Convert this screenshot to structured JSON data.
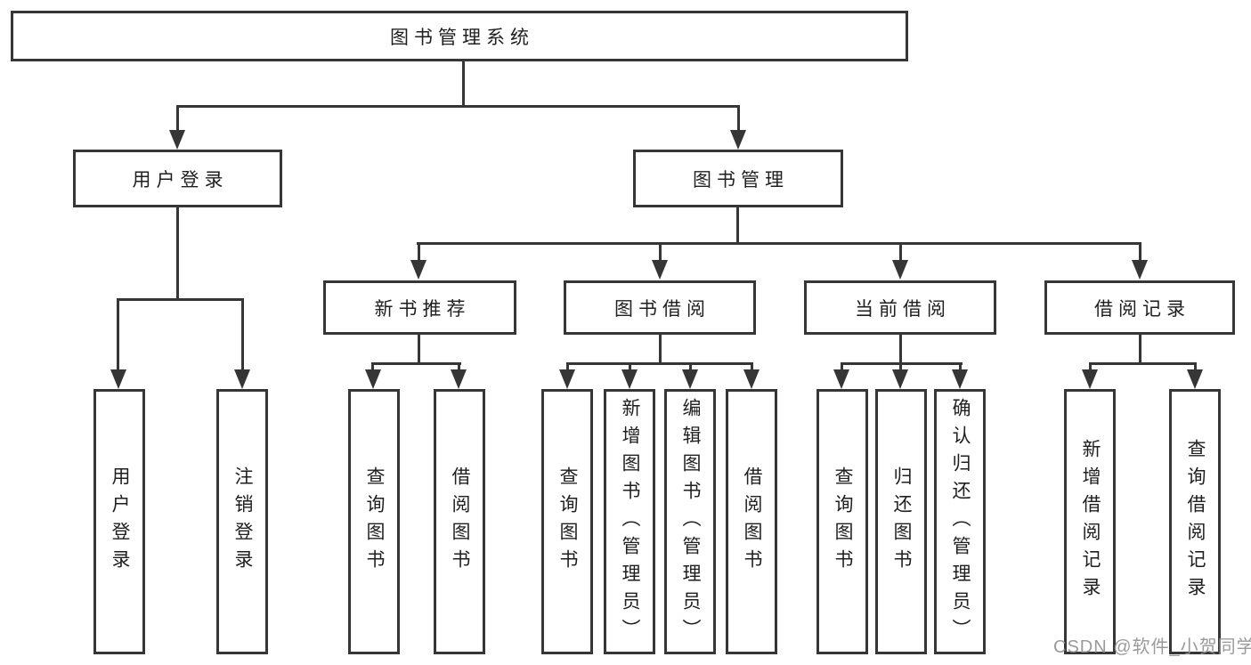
{
  "diagram": {
    "tree": {
      "label": "图书管理系统",
      "children": [
        {
          "label": "用户登录",
          "children": [
            {
              "label": "用户登录"
            },
            {
              "label": "注销登录"
            }
          ]
        },
        {
          "label": "图书管理",
          "children": [
            {
              "label": "新书推荐",
              "children": [
                {
                  "label": "查询图书"
                },
                {
                  "label": "借阅图书"
                }
              ]
            },
            {
              "label": "图书借阅",
              "children": [
                {
                  "label": "查询图书"
                },
                {
                  "label": "新增图书（管理员）"
                },
                {
                  "label": "编辑图书（管理员）"
                },
                {
                  "label": "借阅图书"
                }
              ]
            },
            {
              "label": "当前借阅",
              "children": [
                {
                  "label": "查询图书"
                },
                {
                  "label": "归还图书"
                },
                {
                  "label": "确认归还（管理员）"
                }
              ]
            },
            {
              "label": "借阅记录",
              "children": [
                {
                  "label": "新增借阅记录"
                },
                {
                  "label": "查询借阅记录"
                }
              ]
            }
          ]
        }
      ]
    },
    "colors": {
      "line": "#363636",
      "text": "#1f1f1f",
      "background": "#ffffff",
      "watermark": "#919191"
    }
  },
  "watermark": {
    "text": "CSDN @软件_小贺同学"
  }
}
